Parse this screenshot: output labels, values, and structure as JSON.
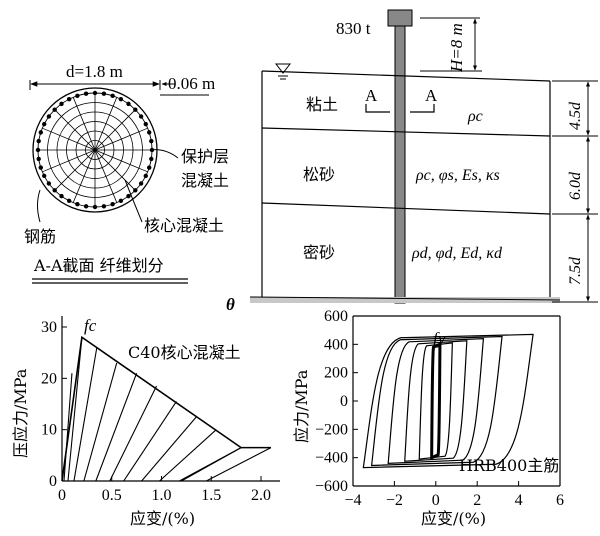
{
  "section": {
    "diameter_label": "d=1.8 m",
    "cover_label": "0.06 m",
    "cover_concrete_label_1": "保护层",
    "cover_concrete_label_2": "混凝土",
    "core_concrete_label": "核心混凝土",
    "rebar_label": "钢筋",
    "caption": "A-A截面  纤维划分"
  },
  "soil": {
    "load_label": "830 t",
    "height_label": "H=8 m",
    "section_mark": "A",
    "base_label": "θ",
    "layers": [
      {
        "name": "粘土",
        "params": "ρc",
        "thickness": "4.5d"
      },
      {
        "name": "松砂",
        "params": "ρc,  φs,  Es,  κs",
        "thickness": "6.0d"
      },
      {
        "name": "密砂",
        "params": "ρd,  φd,  Ed,  κd",
        "thickness": "7.5d"
      }
    ]
  },
  "chart_data": [
    {
      "type": "line",
      "title": "C40核心混凝土",
      "peak_label": "fc",
      "xlabel": "应变/(%)",
      "ylabel": "压应力/MPa",
      "xlim": [
        0,
        2.2
      ],
      "ylim": [
        0,
        30
      ],
      "xticks": [
        0,
        0.5,
        1.0,
        1.5,
        2.0
      ],
      "yticks": [
        0,
        10,
        20,
        30
      ],
      "envelope": {
        "x": [
          0,
          0.2,
          1.8,
          2.1
        ],
        "y": [
          0,
          28,
          6.5,
          6.5
        ]
      },
      "unloading_curves": [
        {
          "from": [
            0.1,
            21
          ],
          "to_strain": 0.02
        },
        {
          "from": [
            0.2,
            28
          ],
          "to_strain": 0.06
        },
        {
          "from": [
            0.35,
            26
          ],
          "to_strain": 0.12
        },
        {
          "from": [
            0.55,
            23
          ],
          "to_strain": 0.22
        },
        {
          "from": [
            0.75,
            21
          ],
          "to_strain": 0.34
        },
        {
          "from": [
            0.95,
            18.5
          ],
          "to_strain": 0.48
        },
        {
          "from": [
            1.15,
            15.5
          ],
          "to_strain": 0.62
        },
        {
          "from": [
            1.35,
            12.5
          ],
          "to_strain": 0.8
        },
        {
          "from": [
            1.55,
            10
          ],
          "to_strain": 0.98
        },
        {
          "from": [
            1.8,
            6.5
          ],
          "to_strain": 1.2
        },
        {
          "from": [
            2.1,
            6.5
          ],
          "to_strain": 1.45
        }
      ]
    },
    {
      "type": "line",
      "title": "HRB400主筋",
      "peak_label": "fy",
      "xlabel": "应变/(%)",
      "ylabel": "应力/MPa",
      "xlim": [
        -4,
        6
      ],
      "ylim": [
        -600,
        600
      ],
      "xticks": [
        -4,
        -2,
        0,
        2,
        4,
        6
      ],
      "yticks": [
        -600,
        -400,
        -200,
        0,
        200,
        400,
        600
      ],
      "hysteresis_loops": [
        {
          "xmin": -0.2,
          "xmax": 0.2,
          "stress": 400
        },
        {
          "xmin": -0.8,
          "xmax": 0.8,
          "stress": 410
        },
        {
          "xmin": -1.5,
          "xmax": 1.5,
          "stress": 425
        },
        {
          "xmin": -2.3,
          "xmax": 2.3,
          "stress": 440
        },
        {
          "xmin": -3.1,
          "xmax": 3.2,
          "stress": 455
        },
        {
          "xmin": -3.5,
          "xmax": 4.7,
          "stress": 470
        }
      ]
    }
  ]
}
